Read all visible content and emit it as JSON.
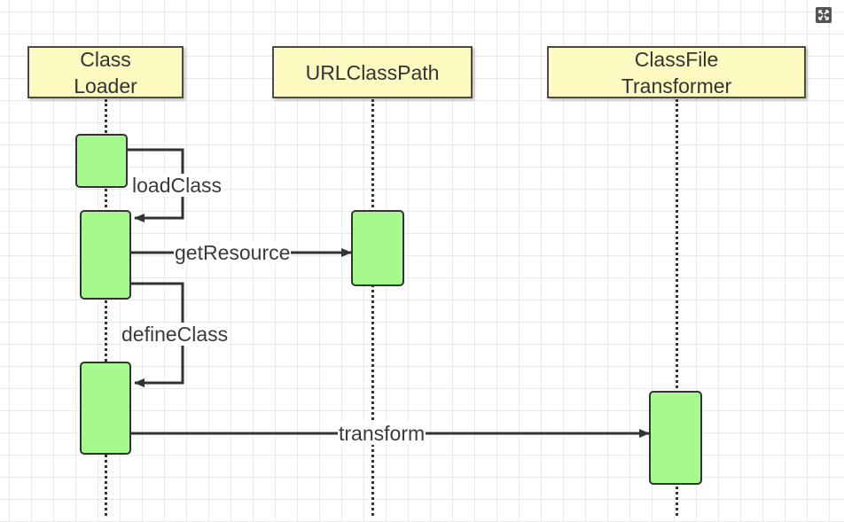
{
  "diagram": {
    "participants": [
      {
        "id": "classloader",
        "label": "Class\nLoader"
      },
      {
        "id": "urlclasspath",
        "label": "URLClassPath"
      },
      {
        "id": "transformer",
        "label": "ClassFile\nTransformer"
      }
    ],
    "messages": [
      {
        "label": "loadClass",
        "from": "classloader",
        "to": "classloader"
      },
      {
        "label": "getResource",
        "from": "classloader",
        "to": "urlclasspath"
      },
      {
        "label": "defineClass",
        "from": "classloader",
        "to": "classloader"
      },
      {
        "label": "transform",
        "from": "classloader",
        "to": "transformer"
      }
    ]
  },
  "colors": {
    "participant_fill": "#fdfbc2",
    "activation_fill": "#a6f98c",
    "line": "#333333"
  },
  "toolbar": {
    "fullscreen_icon": "fullscreen-icon"
  }
}
